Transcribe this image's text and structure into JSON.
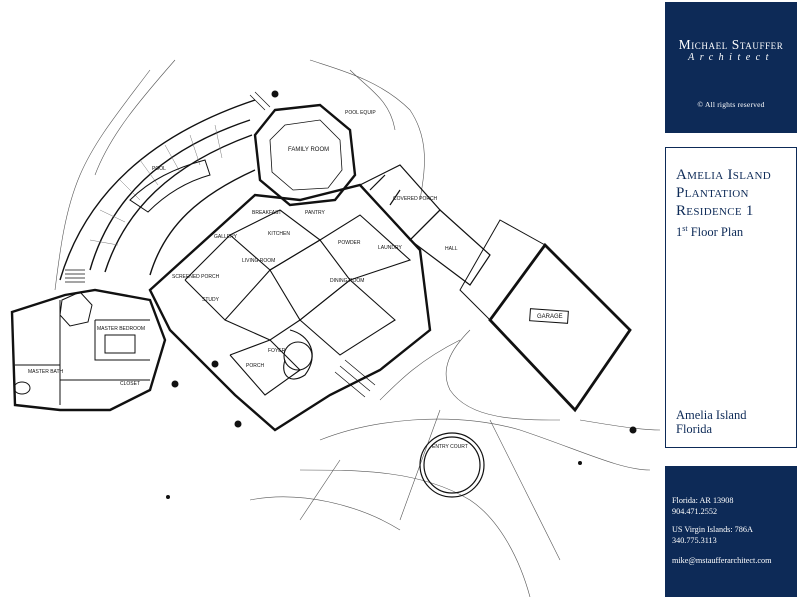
{
  "brand": {
    "name": "Michael Stauffer",
    "subtitle": "Architect",
    "rights": "© All rights reserved"
  },
  "project": {
    "title_lines": [
      "Amelia Island",
      "Plantation",
      "Residence 1"
    ],
    "plan_prefix": "1",
    "plan_sup": "st",
    "plan_suffix": " Floor Plan",
    "location_lines": [
      "Amelia Island",
      "Florida"
    ]
  },
  "contact": {
    "florida_line": "Florida: AR 13908",
    "florida_phone": "904.471.2552",
    "usvi_line": "US Virgin Islands: 786A",
    "usvi_phone": "340.775.3113",
    "email": "mike@mstaufferarchitect.com"
  },
  "plan_labels": {
    "family_room": "FAMILY ROOM",
    "kitchen": "KITCHEN",
    "living_room": "LIVING ROOM",
    "dining_room": "DINING ROOM",
    "study": "STUDY",
    "master_bedroom": "MASTER BEDROOM",
    "master_bath": "MASTER BATH",
    "garage": "GARAGE",
    "covered_porch": "COVERED PORCH",
    "screened_porch": "SCREENED PORCH",
    "pool": "POOL",
    "foyer": "FOYER",
    "gallery": "GALLERY",
    "powder": "POWDER",
    "laundry": "LAUNDRY",
    "pantry": "PANTRY",
    "breakfast": "BREAKFAST",
    "porch": "PORCH",
    "entry_court": "ENTRY COURT",
    "pool_equip": "POOL EQUIP",
    "closet": "CLOSET",
    "hall": "HALL"
  }
}
